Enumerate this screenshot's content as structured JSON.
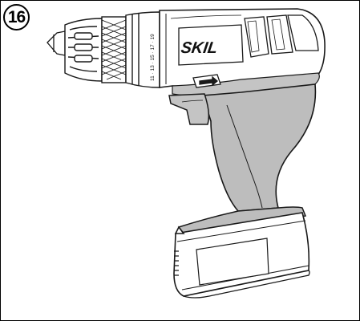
{
  "figure": {
    "number": "16",
    "brand": "SKIL",
    "torque_scale": "11 · 13 · 15 · 17 · 19",
    "colors": {
      "ink": "#1a1a1a",
      "grip": "#bdbdbd",
      "body": "#ffffff"
    }
  }
}
